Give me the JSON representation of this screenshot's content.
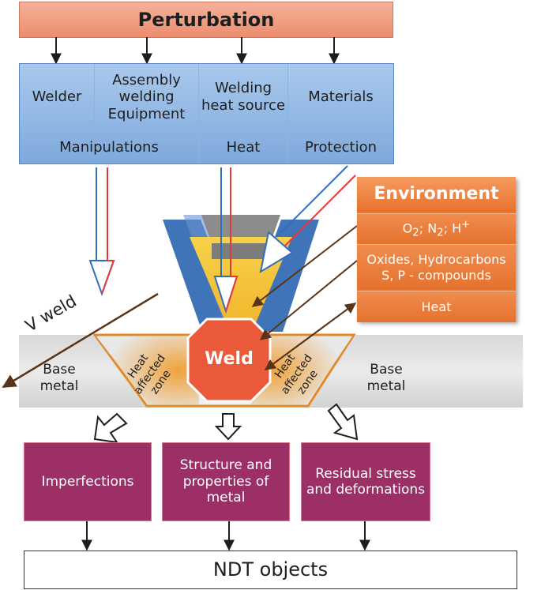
{
  "perturbation": {
    "title": "Perturbation"
  },
  "top_row": [
    "Welder",
    "Assembly welding Equipment",
    "Welding heat source",
    "Materials"
  ],
  "bottom_row": [
    "Manipulations",
    "Heat",
    "Protection"
  ],
  "environment": {
    "title": "Environment",
    "gases": {
      "o": "O",
      "o_sub": "2",
      "sep1": "; N",
      "n_sub": "2",
      "sep2": "; H",
      "h_sup": "+"
    },
    "compounds": "Oxides, Hydrocarbons S, P - compounds",
    "heat": "Heat"
  },
  "weld": {
    "v_weld": "V weld",
    "weld_label": "Weld",
    "haz_left": "Heat affected zone",
    "haz_right": "Heat affected zone",
    "base_left": "Base metal",
    "base_right": "Base metal"
  },
  "outcomes": [
    "Imperfections",
    "Structure and properties of metal",
    "Residual stress and deformations"
  ],
  "ndt": {
    "label": "NDT objects"
  },
  "colors": {
    "perturbation": "#ec8d6e",
    "blue_panel": "#7ea9dc",
    "environment": "#ec7a36",
    "outcome": "#9b2f66",
    "weld": "#ea5a3a",
    "arrow_blue": "#2f6fc0",
    "arrow_red": "#e23a3a",
    "arrow_brown": "#5a3418"
  }
}
